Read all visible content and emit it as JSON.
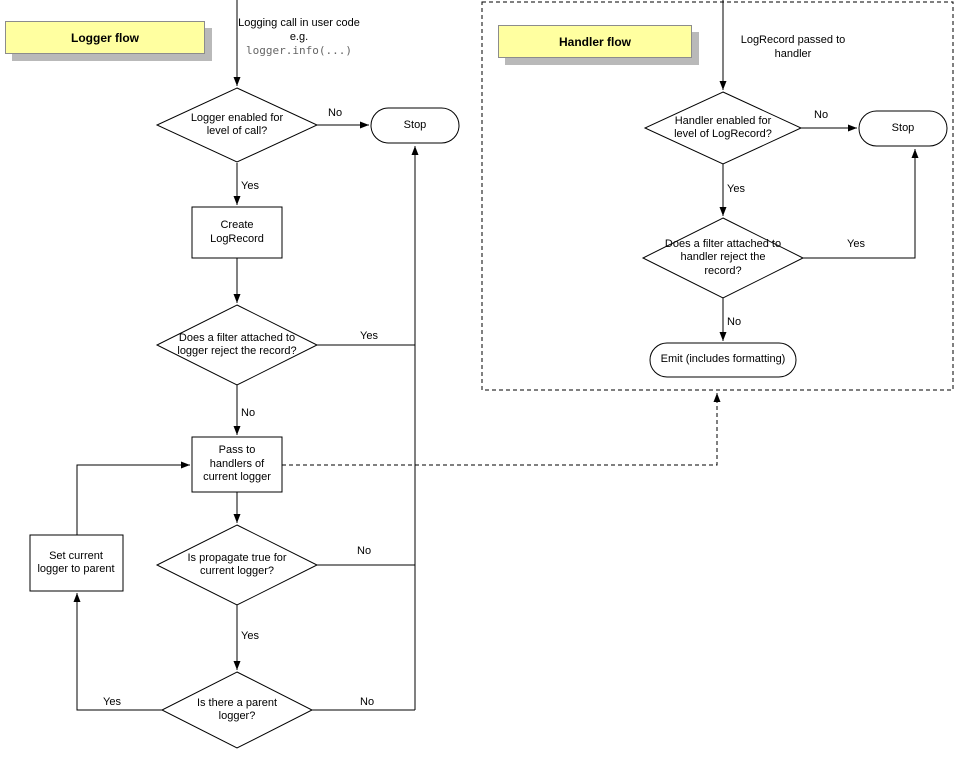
{
  "labels": {
    "yes": "Yes",
    "no": "No"
  },
  "logger_flow": {
    "title": "Logger flow",
    "entry": {
      "line1": "Logging call in user code",
      "line2": "e.g.",
      "code": "logger.info(...)"
    },
    "nodes": {
      "enabled_q": "Logger enabled for level of call?",
      "stop": "Stop",
      "create_record": "Create LogRecord",
      "filter_q": "Does a filter attached to logger reject the record?",
      "pass_handlers": "Pass to handlers of current logger",
      "propagate_q": "Is propagate true for current logger?",
      "parent_q": "Is there a parent logger?",
      "set_parent": "Set current logger to parent"
    }
  },
  "handler_flow": {
    "title": "Handler flow",
    "entry": "LogRecord passed to handler",
    "nodes": {
      "enabled_q": "Handler enabled for level of LogRecord?",
      "stop": "Stop",
      "filter_q": "Does a filter attached to handler reject the record?",
      "emit": "Emit (includes formatting)"
    }
  },
  "colors": {
    "label_bg": "#ffffa0",
    "label_shadow": "#b9b9b9",
    "line": "#000000",
    "shape_fill": "#ffffff"
  }
}
